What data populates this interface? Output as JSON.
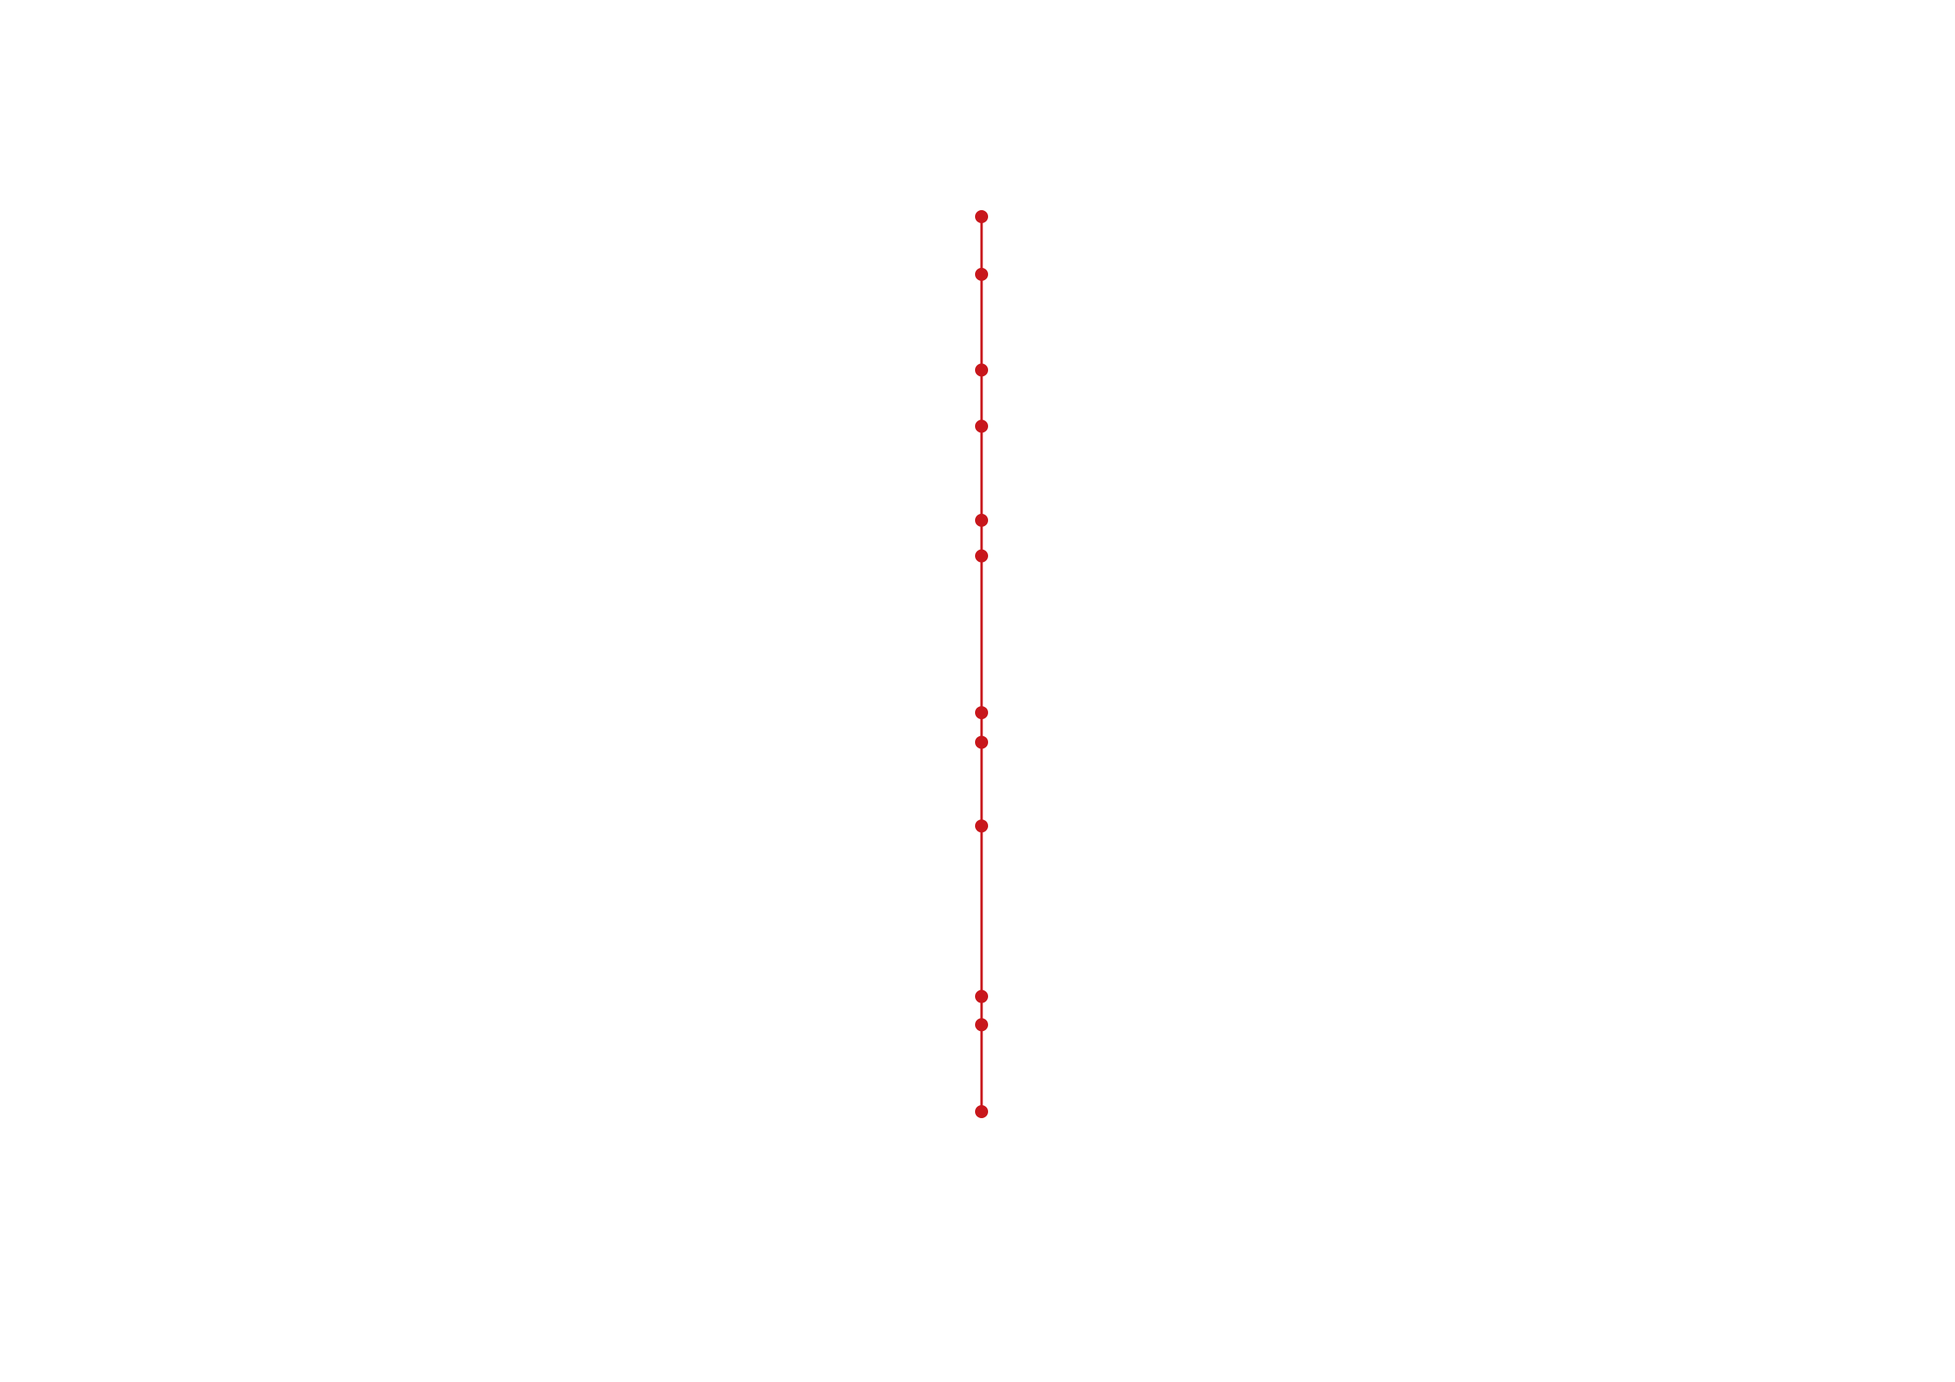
{
  "diagram": {
    "type": "vertical-line-with-markers",
    "line_color": "#c8171c",
    "marker_color": "#c8171c",
    "background": "#ffffff",
    "marker_count": 12,
    "marker_positions": [
      0,
      0.0645,
      0.1714,
      0.2342,
      0.3393,
      0.3791,
      0.5542,
      0.5873,
      0.6808,
      0.8713,
      0.9029,
      1.0
    ]
  }
}
